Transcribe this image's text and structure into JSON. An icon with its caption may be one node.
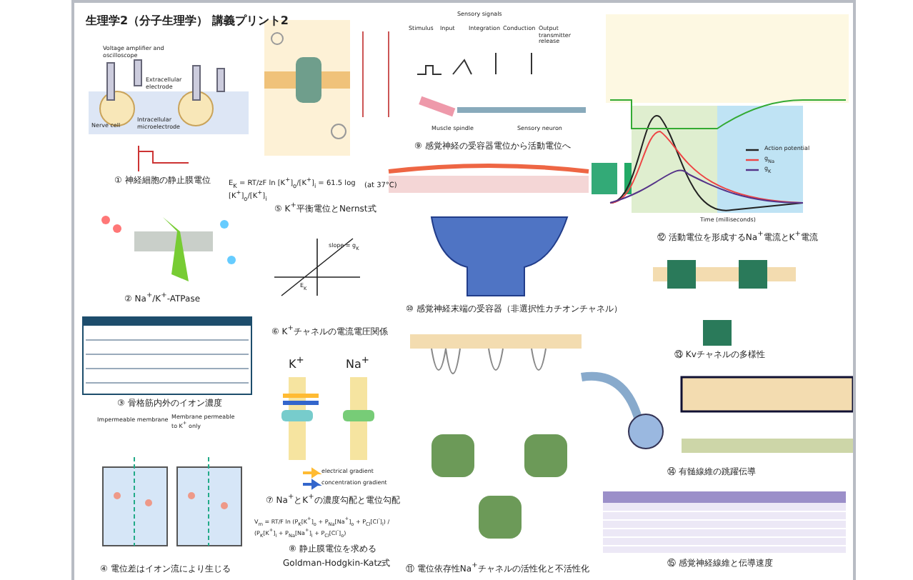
{
  "diagram": {
    "title": "生理学2（分子生理学） 講義プリント2",
    "labels": [
      "Voltage amplifier and oscilloscope",
      "Extracellular electrode",
      "Intracellular microelectrode",
      "Nerve cell",
      "① 神経細胞の静止膜電位",
      "E$_{K}$ = RT/zF ln [K$^{+}$]$_{o}$/[K$^{+}$]$_{i}$ = 61.5 log [K$^{+}$]$_{o}$/[K$^{+}$]$_{i}$",
      "(at 37°C)",
      "⑤ K$^{+}$平衡電位とNernst式",
      "② Na$^{+}$/K$^{+}$-ATPase",
      "slope = g$_{K}$",
      "E$_{K}$",
      "⑥ K$^{+}$チャネルの電流電圧関係",
      "③ 骨格筋内外のイオン濃度",
      "Impermeable membrane",
      "Membrane permeable to K$^{+}$ only",
      "④ 電位差はイオン流により生じる",
      "K$^{+}$",
      "Na$^{+}$",
      "⑦ Na$^{+}$とK$^{+}$の濃度勾配と電位勾配",
      "V$_{m}$ = RT/F ln (P$_{K}$[K$^{+}$]$_{o}$ + P$_{Na}$[Na$^{+}$]$_{o}$ + P$_{Cl}$[Cl$^{-}$]$_{i}$) / (P$_{K}$[K$^{+}$]$_{i}$ + P$_{Na}$[Na$^{+}$]$_{i}$ + P$_{Cl}$[Cl$^{-}$]$_{o}$)",
      "⑧ 静止膜電位を求める",
      "Goldman-Hodgkin-Katz式",
      "Sensory signals",
      "Stimulus",
      "Input",
      "Integration",
      "Conduction",
      "Output transmitter release",
      "Muscle spindle",
      "Sensory neuron",
      "⑨ 感覚神経の受容器電位から活動電位へ",
      "⑩ 感覚神経末端の受容器（非選択性カチオンチャネル）",
      "⑪ 電位依存性Na$^{+}$チャネルの活性化と不活性化",
      "Time (milliseconds)",
      "⑫ 活動電位を形成するNa$^{+}$電流とK$^{+}$電流",
      "⑬ Kvチャネルの多様性",
      "⑭ 有髄線維の跳躍伝導",
      "⑮ 感覚神経線維と伝導速度"
    ],
    "legend": [
      {
        "text": "electrical gradient"
      },
      {
        "text": "concentration gradient"
      },
      {
        "text": "Action potential"
      },
      {
        "text": "g$_{Na}$"
      },
      {
        "text": "g$_{K}$"
      }
    ]
  }
}
